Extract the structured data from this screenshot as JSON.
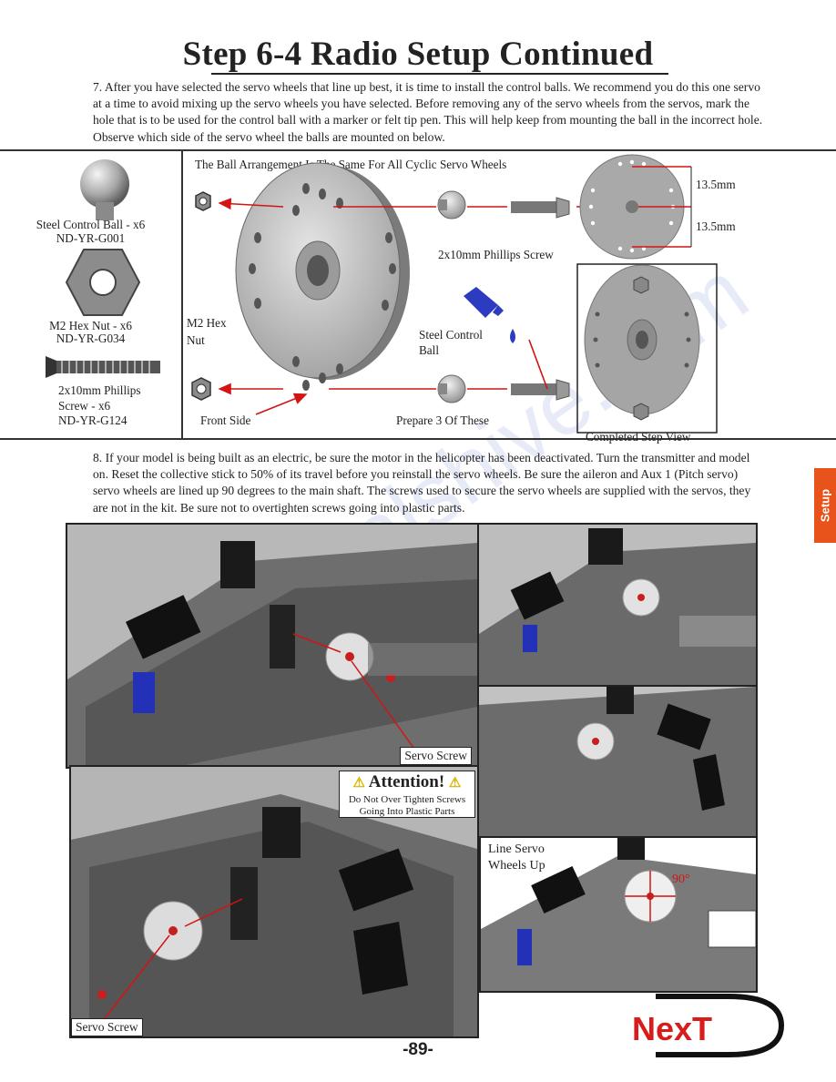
{
  "title": "Step 6-4 Radio Setup Continued",
  "para7": "7. After you have selected the servo wheels that line up best, it is time to install the control balls. We recommend you do this one servo at a time to avoid mixing up the servo wheels you have selected. Before removing any of the servo wheels from the servos, mark the hole that is to be used for the control ball with a marker or felt tip pen. This will help keep from mounting the ball in the incorrect hole. Observe which side of the servo wheel the balls are mounted on below.",
  "parts": {
    "ball_label": "Steel Control Ball - x6",
    "ball_code": "ND-YR-G001",
    "nut_label": "M2 Hex Nut - x6",
    "nut_code": "ND-YR-G034",
    "screw_label1": "2x10mm Phillips",
    "screw_label2": "Screw - x6",
    "screw_code": "ND-YR-G124"
  },
  "diagram": {
    "header": "The Ball Arrangement Is The Same For All Cyclic Servo Wheels",
    "screw_label": "2x10mm Phillips Screw",
    "dim_top": "13.5mm",
    "dim_bottom": "13.5mm",
    "m2_hex_nut_1": "M2 Hex",
    "m2_hex_nut_2": "Nut",
    "steel_ball_1": "Steel Control",
    "steel_ball_2": "Ball",
    "front_side": "Front Side",
    "prepare": "Prepare 3 Of These",
    "completed": "Completed Step View"
  },
  "para8": "8. If your model is being built as an electric, be sure the motor in the helicopter has been deactivated. Turn the transmitter and model on. Reset the collective stick to 50% of its travel before you reinstall the servo wheels. Be sure the aileron and Aux 1 (Pitch servo) servo wheels are lined up 90 degrees to the main shaft. The screws used to secure the servo wheels are supplied with the servos, they are not in the kit. Be sure not to overtighten screws going into plastic parts.",
  "photos": {
    "servo_screw_top": "Servo Screw",
    "servo_screw_bottom": "Servo Screw",
    "attention_title": "Attention!",
    "attention_line1": "Do Not Over Tighten Screws",
    "attention_line2": "Going Into Plastic Parts",
    "line_servo_1": "Line Servo",
    "line_servo_2": "Wheels Up",
    "angle": "90°"
  },
  "side_tab": "Setup",
  "page_number": "-89-",
  "logo": "NexT",
  "watermark": "manualshive.com",
  "colors": {
    "accent": "#e8531c",
    "arrow": "#d21414",
    "logo_red": "#d81b1b"
  }
}
